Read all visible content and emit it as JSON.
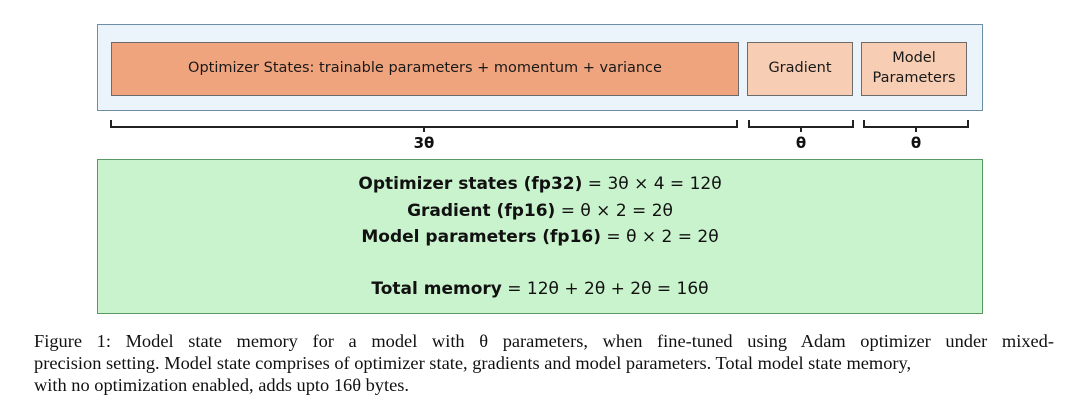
{
  "diagram": {
    "segments": {
      "optimizer": "Optimizer States: trainable parameters + momentum + variance",
      "gradient": "Gradient",
      "model_line1": "Model",
      "model_line2": "Parameters"
    },
    "braces": {
      "optimizer": "3θ",
      "gradient": "θ",
      "model": "θ"
    },
    "memory": {
      "line1_bold": "Optimizer states (fp32)",
      "line1_rest": " = 3θ × 4 = 12θ",
      "line2_bold": "Gradient (fp16)",
      "line2_rest": " = θ × 2 = 2θ",
      "line3_bold": "Model parameters (fp16)",
      "line3_rest": " = θ × 2 = 2θ",
      "total_bold": "Total memory",
      "total_rest": " = 12θ + 2θ + 2θ = 16θ"
    },
    "colors": {
      "outer_fill": "#eaf4fa",
      "optimizer_fill": "#f0a47d",
      "gradient_fill": "#f7cdb3",
      "memory_fill": "#c9f3cc"
    }
  },
  "caption": {
    "line1": "Figure 1:  Model state memory for a model with θ parameters, when fine-tuned using Adam optimizer under mixed-",
    "line2": "precision setting. Model state comprises of optimizer state, gradients and model parameters. Total model state memory,",
    "line3": "with no optimization enabled, adds upto 16θ bytes."
  }
}
